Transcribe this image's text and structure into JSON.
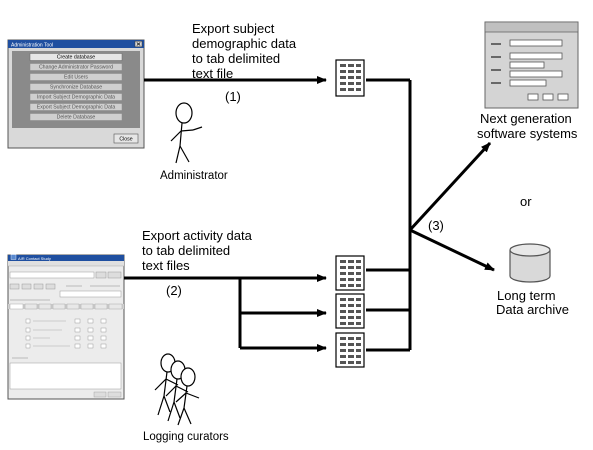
{
  "admin_window": {
    "title": "Administration Tool",
    "buttons": [
      "Create database",
      "Change Administrator Password",
      "Edit Users",
      "Synchronize Database",
      "Import Subject Demographic Data",
      "Export Subject Demographic Data",
      "Delete Database"
    ],
    "close_label": "Close"
  },
  "logging_window": {
    "title": "AIR Contact Study"
  },
  "labels": {
    "export_subject_line1": "Export subject",
    "export_subject_line2": "demographic data",
    "export_subject_line3": "to tab delimited",
    "export_subject_line4": "text file",
    "step1": "(1)",
    "administrator": "Administrator",
    "export_activity_line1": "Export activity data",
    "export_activity_line2": "to tab delimited",
    "export_activity_line3": "text files",
    "step2": "(2)",
    "logging_curators": "Logging curators",
    "step3": "(3)",
    "next_gen_line1": "Next generation",
    "next_gen_line2": "software systems",
    "or": "or",
    "archive_line1": "Long term",
    "archive_line2": "Data archive"
  },
  "colors": {
    "line": "#000000",
    "window_bg": "#d9d9d9",
    "admin_panel_bg": "#8a8a8a",
    "titlebar": "#1f4fa0"
  }
}
